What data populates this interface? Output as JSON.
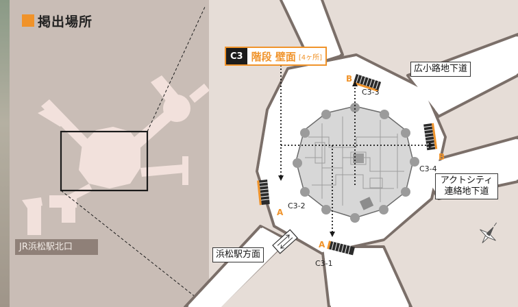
{
  "title": "掲出場所",
  "station_label": "JR浜松駅北口",
  "callout": {
    "code": "C3",
    "main": "階段 壁面",
    "count": "[4ヶ所]"
  },
  "map_labels": {
    "hirokoji": "広小路地下道",
    "act_city": "アクトシティ\n連絡地下道",
    "hamamatsu": "浜松駅方面"
  },
  "stairs": [
    {
      "id": "C3-1",
      "letter": "A"
    },
    {
      "id": "C3-2",
      "letter": "A"
    },
    {
      "id": "C3-3",
      "letter": "B"
    },
    {
      "id": "C3-4",
      "letter": "B"
    }
  ],
  "colors": {
    "accent": "#f0932a",
    "left_bg": "#c9bdb6",
    "map_bg": "#e6ddd7",
    "walkway": "#ffffff",
    "wall": "#7b6f69",
    "plaza": "#d7d7d7",
    "pillar": "#9b9b9b"
  },
  "icons": [
    "compass-rose-icon",
    "escalator-icon",
    "stairs-icon"
  ]
}
